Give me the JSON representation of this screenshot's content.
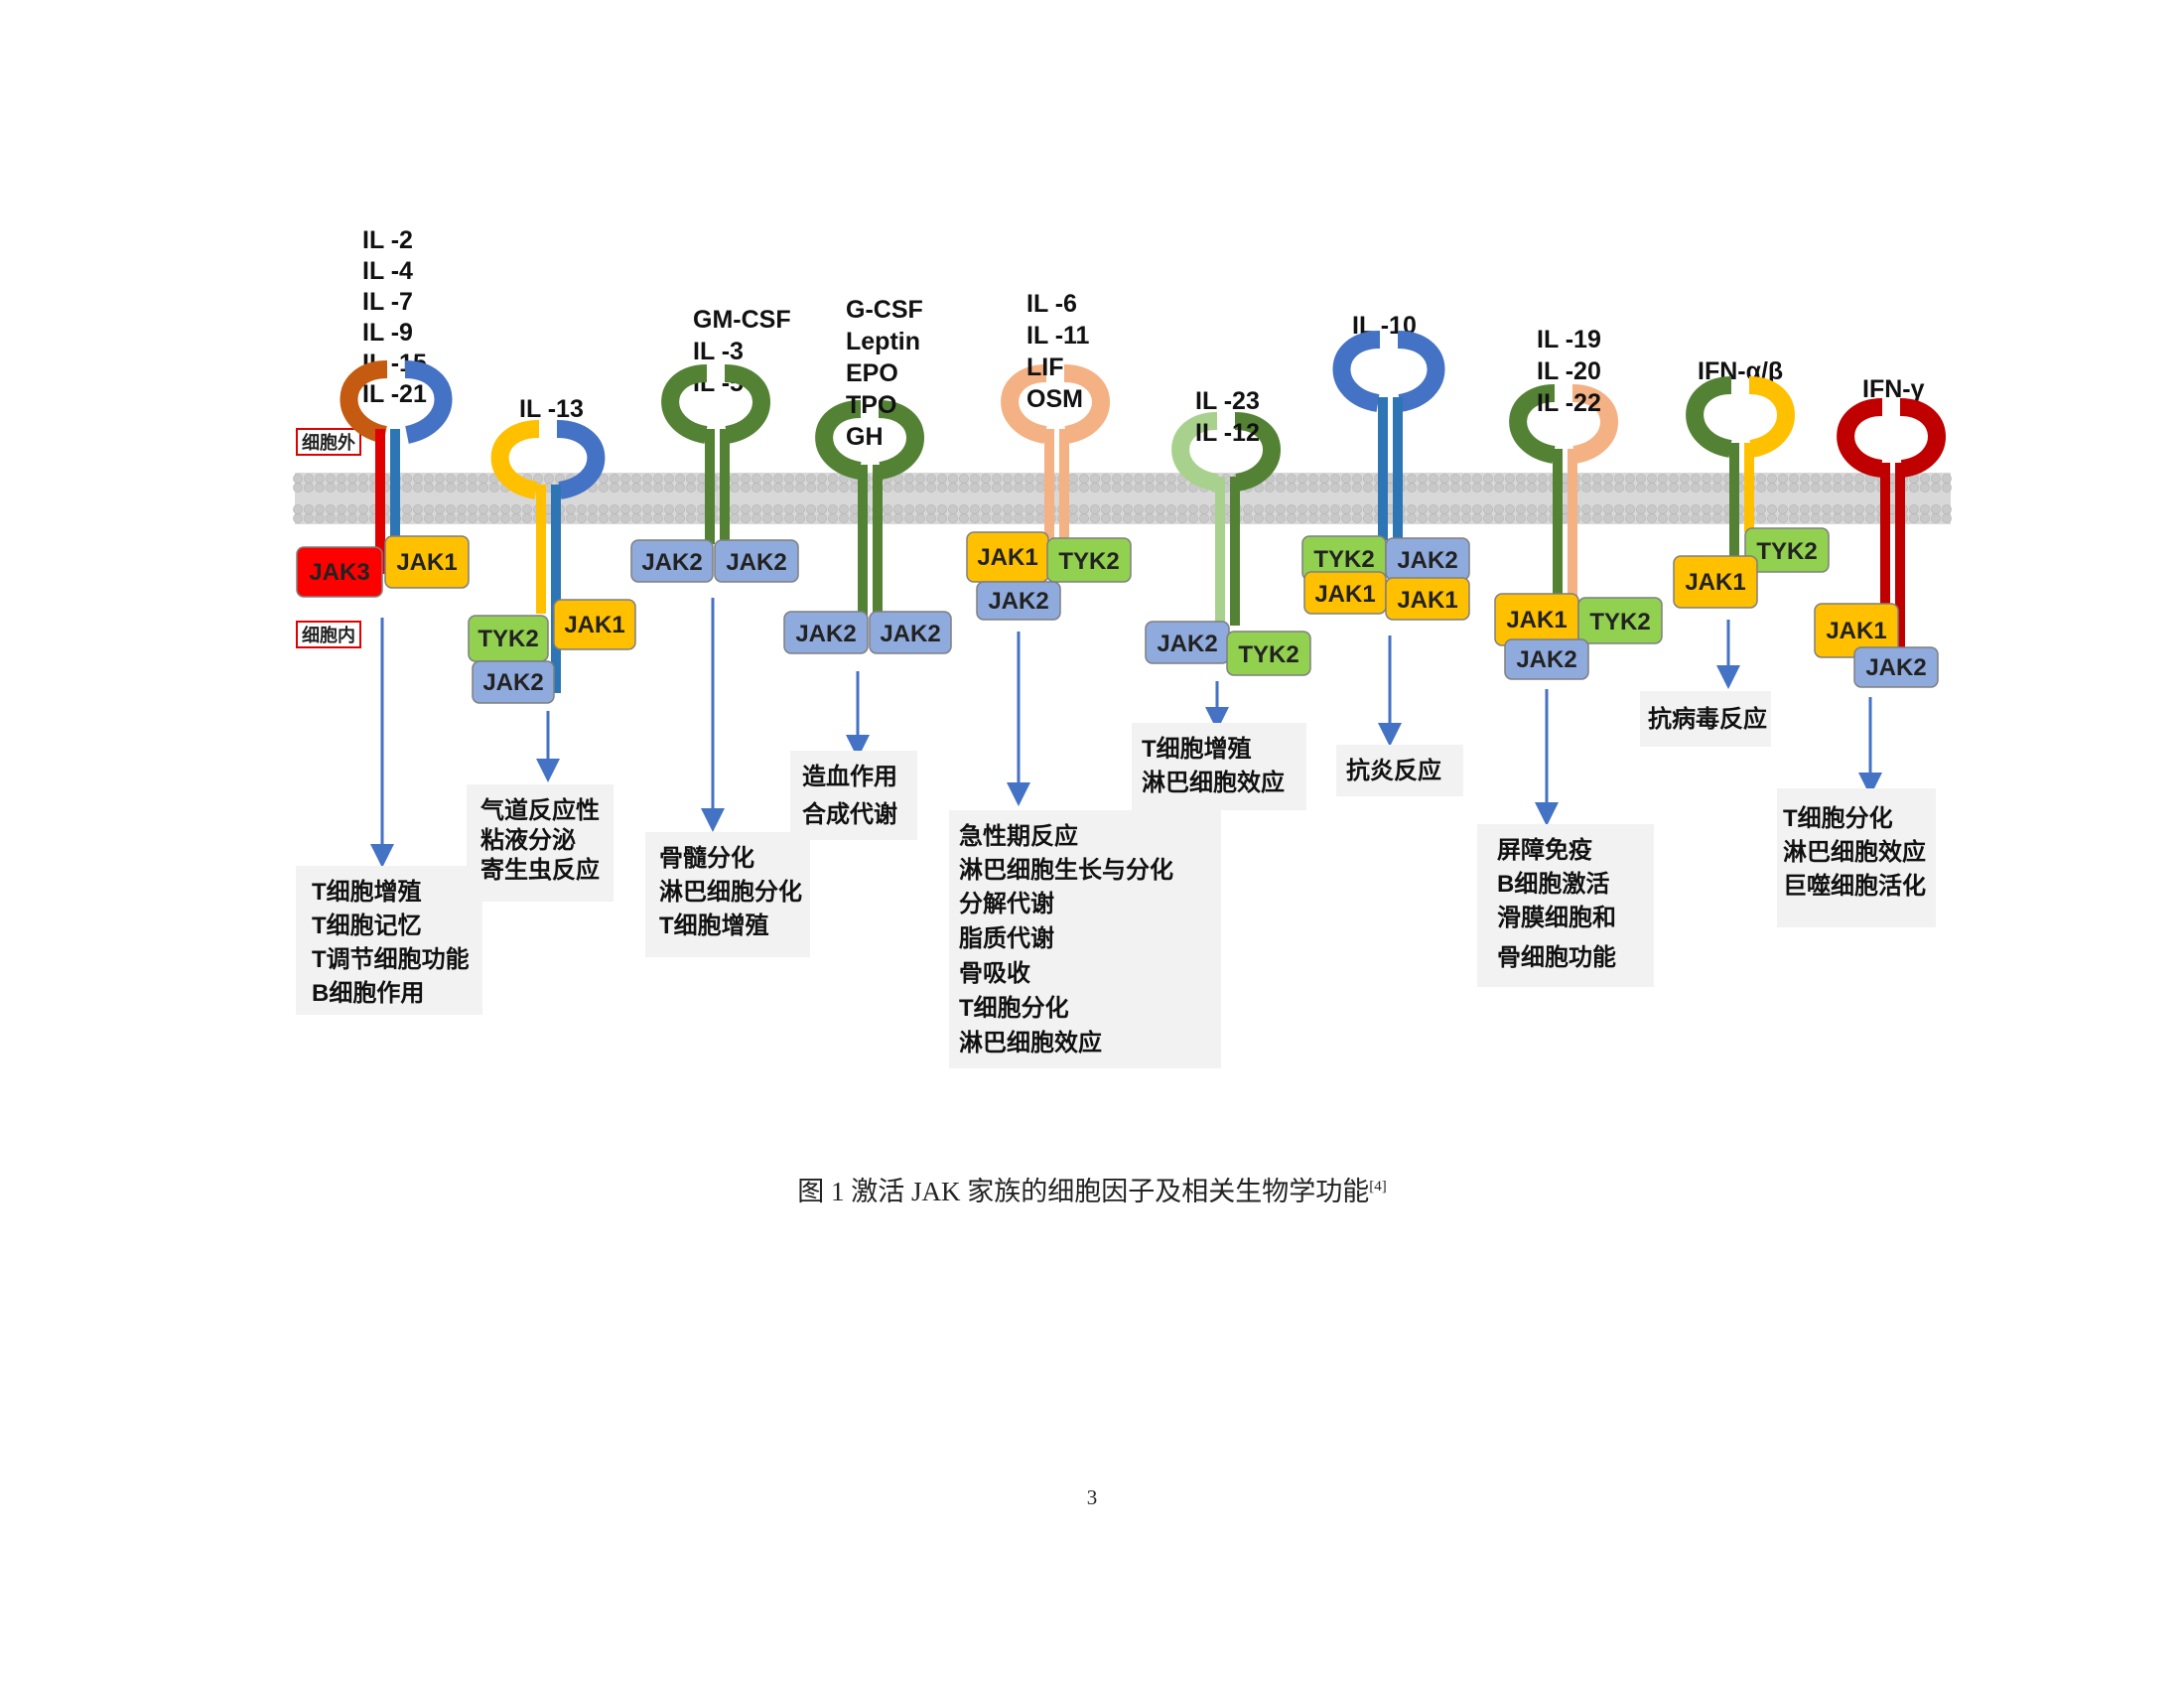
{
  "labels": {
    "extracellular": "细胞外",
    "intracellular": "细胞内"
  },
  "colors": {
    "membrane": "#cfcfcf",
    "arrow": "#4472c4",
    "function_bg": "#f2f2f2",
    "jak1": "#ffc000",
    "jak2": "#8faadc",
    "jak3": "#ff0000",
    "tyk2": "#92d050"
  },
  "receptors": [
    {
      "ligands": [
        "IL -2",
        "IL -4",
        "IL -7",
        "IL -9",
        "IL -15",
        "IL -21"
      ],
      "kinases": [
        "JAK3",
        "JAK1"
      ],
      "functions": [
        "T细胞增殖",
        "T细胞记忆",
        "T调节细胞功能",
        "B细胞作用"
      ]
    },
    {
      "ligands": [
        "IL -13"
      ],
      "kinases": [
        "TYK2",
        "JAK1",
        "JAK2"
      ],
      "functions": [
        "气道反应性",
        "粘液分泌",
        "寄生虫反应"
      ]
    },
    {
      "ligands": [
        "GM-CSF",
        "IL -3",
        "IL -5"
      ],
      "kinases": [
        "JAK2",
        "JAK2"
      ],
      "functions": [
        "骨髓分化",
        "淋巴细胞分化",
        "T细胞增殖"
      ]
    },
    {
      "ligands": [
        "G-CSF",
        "Leptin",
        "EPO",
        "TPO",
        "GH"
      ],
      "kinases": [
        "JAK2",
        "JAK2"
      ],
      "functions": [
        "造血作用",
        "合成代谢"
      ]
    },
    {
      "ligands": [
        "IL -6",
        "IL -11",
        "LIF",
        "OSM"
      ],
      "kinases": [
        "JAK1",
        "TYK2",
        "JAK2"
      ],
      "functions": [
        "急性期反应",
        "淋巴细胞生长与分化",
        "分解代谢",
        "脂质代谢",
        "骨吸收",
        "T细胞分化",
        "淋巴细胞效应"
      ]
    },
    {
      "ligands": [
        "IL -23",
        "IL -12"
      ],
      "kinases": [
        "JAK2",
        "TYK2"
      ],
      "functions": [
        "T细胞增殖",
        "淋巴细胞效应"
      ]
    },
    {
      "ligands": [
        "IL -10"
      ],
      "kinases": [
        "TYK2",
        "JAK2",
        "JAK1",
        "JAK1"
      ],
      "functions": [
        "抗炎反应"
      ]
    },
    {
      "ligands": [
        "IL -19",
        "IL -20",
        "IL -22"
      ],
      "kinases": [
        "JAK1",
        "TYK2",
        "JAK2"
      ],
      "functions": [
        "屏障免疫",
        "B细胞激活",
        "滑膜细胞和",
        "骨细胞功能"
      ]
    },
    {
      "ligands": [
        "IFN-α/β"
      ],
      "kinases": [
        "JAK1",
        "TYK2"
      ],
      "functions": [
        "抗病毒反应"
      ]
    },
    {
      "ligands": [
        "IFN-γ"
      ],
      "kinases": [
        "JAK1",
        "JAK2"
      ],
      "functions": [
        "T细胞分化",
        "淋巴细胞效应",
        "巨噬细胞活化"
      ]
    }
  ],
  "caption": {
    "prefix": "图 1 激活 JAK 家族的细胞因子及相关生物学功能",
    "ref": "[4]"
  },
  "page_number": "3"
}
